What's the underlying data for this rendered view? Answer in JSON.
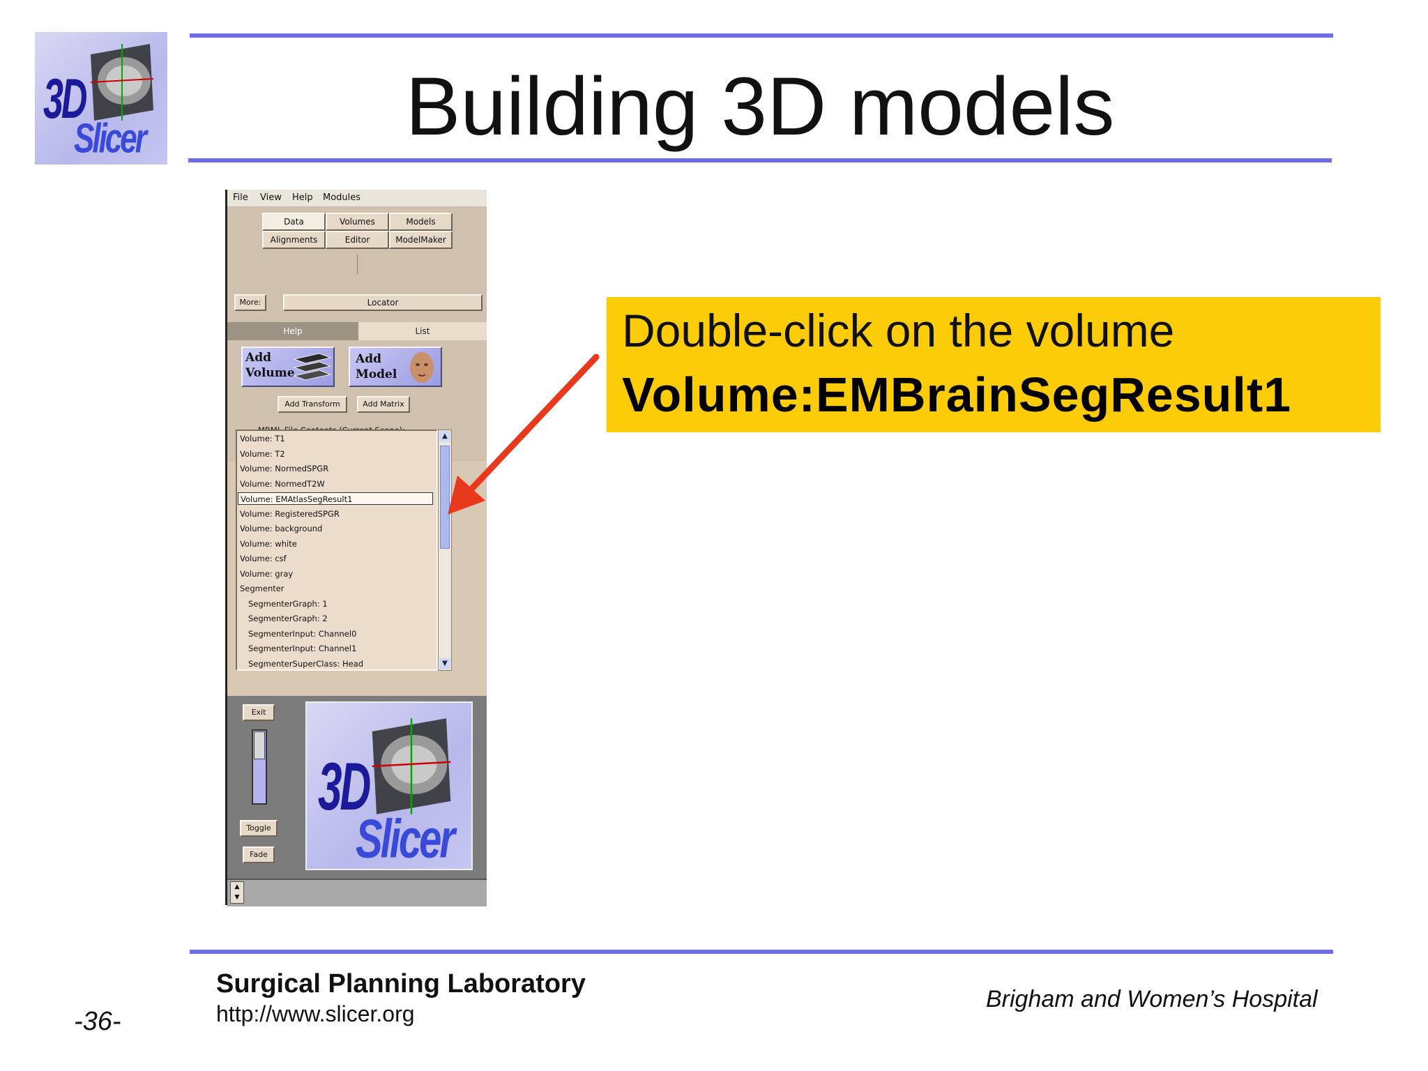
{
  "slide": {
    "title": "Building 3D models",
    "logo_3d": "3D",
    "logo_slicer": "Slicer"
  },
  "callout": {
    "line1": "Double-click on the volume",
    "line2": "Volume:EMBrainSegResult1"
  },
  "window": {
    "menu": [
      "File",
      "View",
      "Help",
      "Modules"
    ],
    "module_buttons": [
      "Data",
      "Volumes",
      "Models",
      "Alignments",
      "Editor",
      "ModelMaker"
    ],
    "more_label": "More:",
    "locator_label": "Locator",
    "tabs": {
      "help": "Help",
      "list": "List"
    },
    "add_volume": [
      "Add",
      "Volume"
    ],
    "add_model": [
      "Add",
      "Model"
    ],
    "add_transform": "Add Transform",
    "add_matrix": "Add Matrix",
    "mrml_label": "MRML File Contents (Current Scene):",
    "list_items": [
      "Volume: T1",
      "Volume: T2",
      "Volume: NormedSPGR",
      "Volume: NormedT2W",
      "Volume: EMAtlasSegResult1",
      "Volume: RegisteredSPGR",
      "Volume: background",
      "Volume: white",
      "Volume: csf",
      "Volume: gray",
      "Segmenter",
      "SegmenterGraph: 1",
      "SegmenterGraph: 2",
      "SegmenterInput: Channel0",
      "SegmenterInput: Channel1",
      "SegmenterSuperClass: Head"
    ],
    "selected_index": 4,
    "exit_label": "Exit",
    "toggle_label": "Toggle",
    "fade_label": "Fade"
  },
  "footer": {
    "lab": "Surgical Planning Laboratory",
    "url": "http://www.slicer.org",
    "hospital": "Brigham and Women’s Hospital",
    "page": "-36-"
  },
  "colors": {
    "rule": "#6c6ce6",
    "callout_bg": "#fccc08",
    "arrow": "#e8391c"
  }
}
